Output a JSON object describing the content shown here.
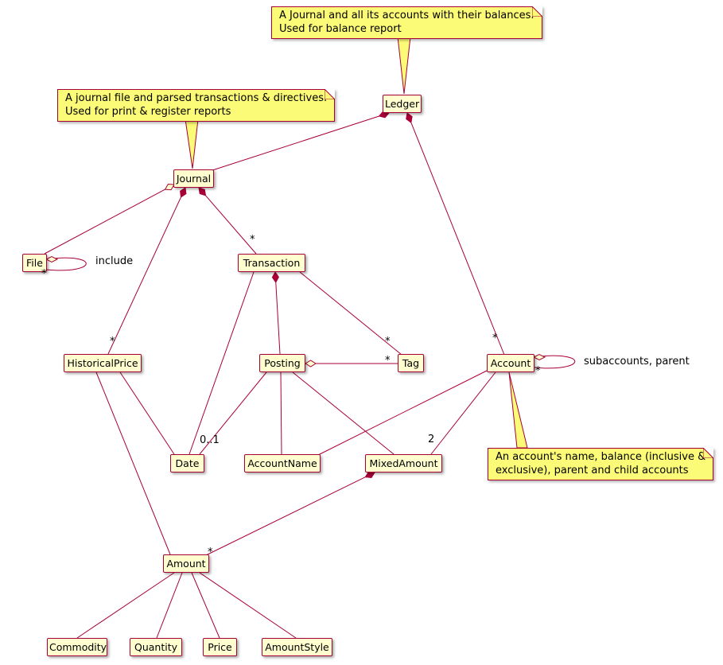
{
  "classes": {
    "ledger": "Ledger",
    "journal": "Journal",
    "file": "File",
    "transaction": "Transaction",
    "historical_price": "HistoricalPrice",
    "posting": "Posting",
    "tag": "Tag",
    "account": "Account",
    "date": "Date",
    "account_name": "AccountName",
    "mixed_amount": "MixedAmount",
    "amount": "Amount",
    "commodity": "Commodity",
    "quantity": "Quantity",
    "price": "Price",
    "amount_style": "AmountStyle"
  },
  "notes": {
    "ledger": {
      "line1": "A Journal and all its accounts with their balances.",
      "line2": "Used for balance report"
    },
    "journal": {
      "line1": "A journal file and parsed transactions & directives.",
      "line2": "Used for print & register reports"
    },
    "account": {
      "line1": "An account's name, balance (inclusive &",
      "line2": "exclusive), parent and child accounts"
    }
  },
  "labels": {
    "star": "*",
    "zero_or_one": "0..1",
    "two": "2",
    "include": "include",
    "subaccounts_parent": "subaccounts, parent"
  },
  "colors": {
    "class_fill": "#FEFECE",
    "note_fill": "#FBFB77",
    "border": "#A80036",
    "line": "#A80036"
  }
}
